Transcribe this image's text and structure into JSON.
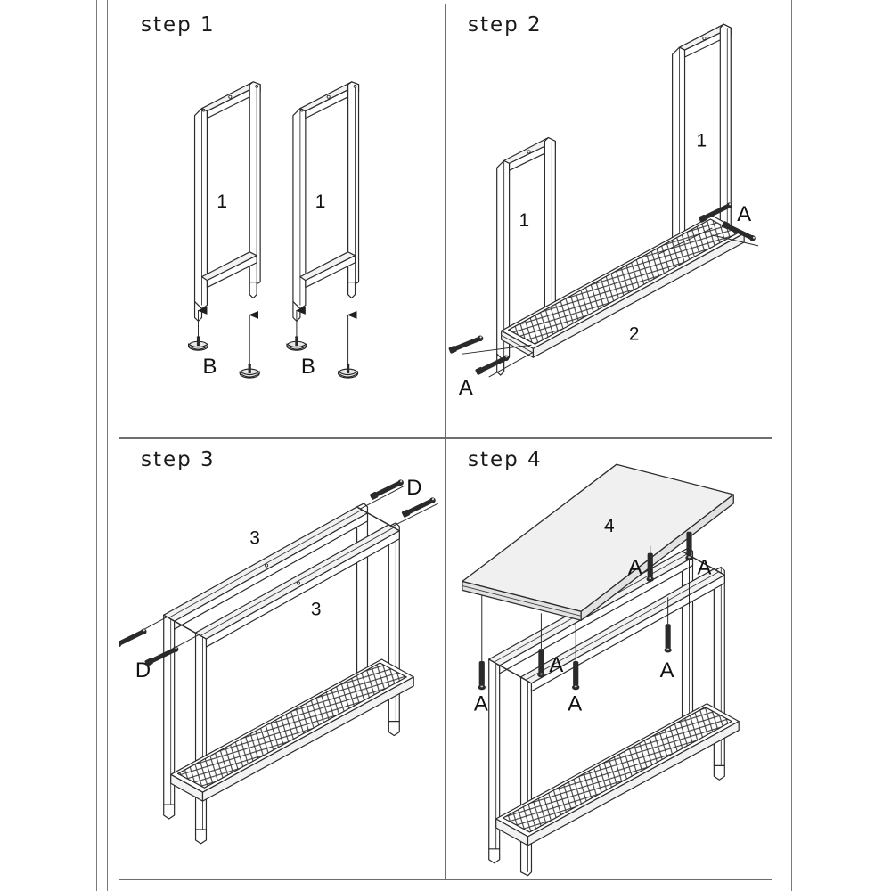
{
  "document": {
    "type": "furniture-assembly-instructions",
    "product": "console table",
    "page_background": "#ffffff",
    "line_color": "#2b2b2b",
    "panel_border_color": "#6e6e6e",
    "tabletop_color": "#f0f0f0"
  },
  "panels": [
    {
      "id": "step1",
      "title": "step 1",
      "parts": [
        {
          "label": "1",
          "name": "side-frame-left"
        },
        {
          "label": "1",
          "name": "side-frame-right"
        }
      ],
      "hardware": [
        {
          "label": "B",
          "name": "foot-pad-left-pair",
          "count": 2
        },
        {
          "label": "B",
          "name": "foot-pad-right-pair",
          "count": 2
        }
      ]
    },
    {
      "id": "step2",
      "title": "step 2",
      "parts": [
        {
          "label": "1",
          "name": "side-frame-near"
        },
        {
          "label": "1",
          "name": "side-frame-far"
        },
        {
          "label": "2",
          "name": "mesh-bottom-shelf"
        }
      ],
      "hardware": [
        {
          "label": "A",
          "name": "bolt-front-left",
          "count": 1
        },
        {
          "label": "A",
          "name": "bolt-front-right",
          "count": 1
        }
      ]
    },
    {
      "id": "step3",
      "title": "step 3",
      "parts": [
        {
          "label": "3",
          "name": "top-rail-back"
        },
        {
          "label": "3",
          "name": "top-rail-front"
        }
      ],
      "hardware": [
        {
          "label": "D",
          "name": "bolt-rail-right",
          "count": 1
        },
        {
          "label": "D",
          "name": "bolt-rail-left",
          "count": 1
        }
      ]
    },
    {
      "id": "step4",
      "title": "step 4",
      "parts": [
        {
          "label": "4",
          "name": "tabletop-panel"
        }
      ],
      "hardware": [
        {
          "label": "A",
          "name": "bolt-top-1",
          "count": 1
        },
        {
          "label": "A",
          "name": "bolt-top-2",
          "count": 1
        },
        {
          "label": "A",
          "name": "bolt-top-3",
          "count": 1
        },
        {
          "label": "A",
          "name": "bolt-top-4",
          "count": 1
        },
        {
          "label": "A",
          "name": "bolt-top-5",
          "count": 1
        }
      ]
    }
  ]
}
